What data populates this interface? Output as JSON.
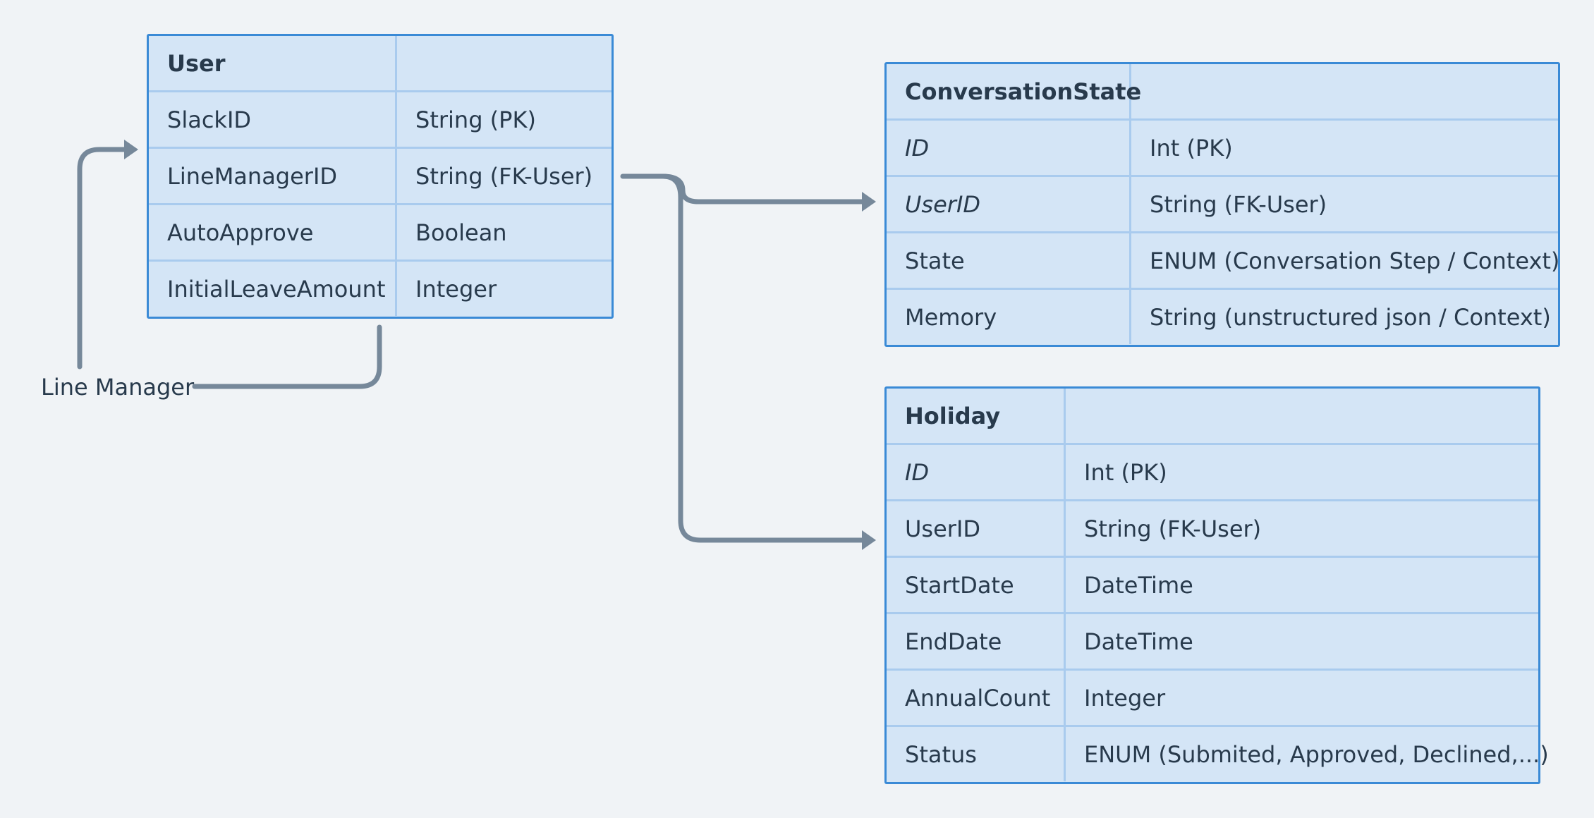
{
  "entities": {
    "user": {
      "title": "User",
      "rows": [
        {
          "name": "SlackID",
          "type": "String (PK)"
        },
        {
          "name": "LineManagerID",
          "type": "String (FK-User)"
        },
        {
          "name": "AutoApprove",
          "type": "Boolean"
        },
        {
          "name": "InitialLeaveAmount",
          "type": "Integer"
        }
      ]
    },
    "conversation_state": {
      "title": "ConversationState",
      "rows": [
        {
          "name": "ID",
          "type": "Int (PK)"
        },
        {
          "name": "UserID",
          "type": "String (FK-User)"
        },
        {
          "name": "State",
          "type": "ENUM (Conversation Step / Context)"
        },
        {
          "name": "Memory",
          "type": "String (unstructured json / Context)"
        }
      ]
    },
    "holiday": {
      "title": "Holiday",
      "rows": [
        {
          "name": "ID",
          "type": "Int (PK)"
        },
        {
          "name": "UserID",
          "type": "String (FK-User)"
        },
        {
          "name": "StartDate",
          "type": "DateTime"
        },
        {
          "name": "EndDate",
          "type": "DateTime"
        },
        {
          "name": "AnnualCount",
          "type": "Integer"
        },
        {
          "name": "Status",
          "type": "ENUM (Submited, Approved, Declined,...)"
        }
      ]
    }
  },
  "connectors": {
    "line_manager_label": "Line Manager"
  },
  "colors": {
    "background": "#f0f3f6",
    "entity_border": "#3a8ad6",
    "entity_fill": "#d4e5f6",
    "row_divider": "#a9cbee",
    "connector": "#76889a",
    "text": "#283a4c"
  }
}
